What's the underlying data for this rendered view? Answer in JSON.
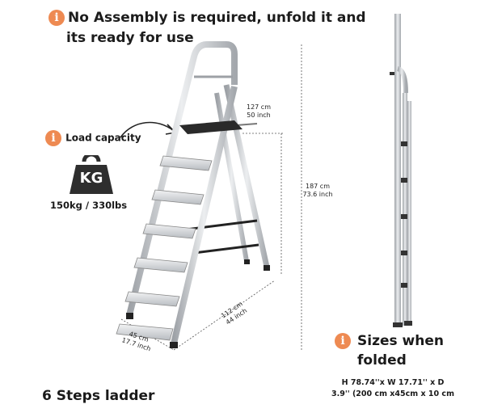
{
  "headline": {
    "line1": "No Assembly is required, unfold it and",
    "line2": "its ready for use"
  },
  "load_capacity": {
    "label": "Load capacity",
    "badge": "KG",
    "value": "150kg / 330lbs"
  },
  "dimensions": {
    "platform_cm": "127 cm",
    "platform_in": "50 inch",
    "height_cm": "187 cm",
    "height_in": "73.6 inch",
    "width_cm": "45 cm",
    "width_in": "17.7 inch",
    "depth_cm": "112 cm",
    "depth_in": "44 inch"
  },
  "product_title": "6 Steps ladder",
  "folded": {
    "title_line1": "Sizes when",
    "title_line2": "folded",
    "spec_line1": "H 78.74''x W 17.71'' x D",
    "spec_line2": "3.9'' (200 cm x45cm x 10 cm"
  },
  "colors": {
    "accent": "#ee8a52",
    "text": "#1c1c1c",
    "aluminium": "#c9ccd0"
  }
}
